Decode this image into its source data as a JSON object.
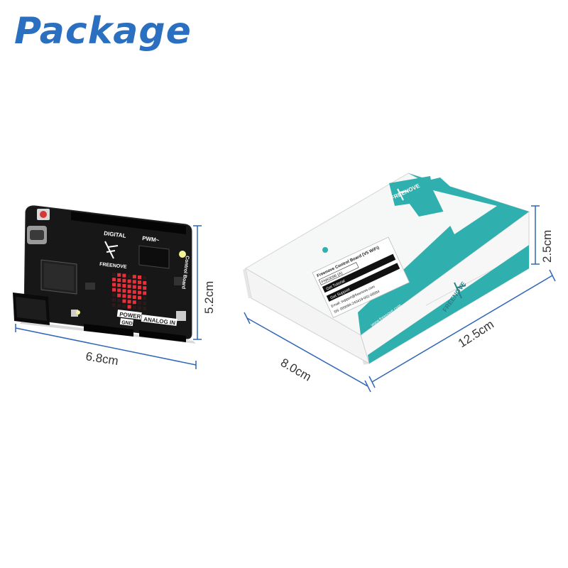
{
  "title": "Package",
  "colors": {
    "title": "#2a6fc0",
    "dimension_line": "#2f66b8",
    "box_teal": "#2fb0ae",
    "box_white": "#f4f6f6",
    "board": "#161616",
    "led": "#e8303a"
  },
  "board": {
    "dimensions": {
      "width": "6.8cm",
      "height": "5.2cm"
    },
    "silkscreen": {
      "digital": "DIGITAL",
      "pwm": "PWM~",
      "brand": "FREENOVE",
      "power": "POWER",
      "analog_in": "ANALOG IN",
      "gnd": "GND",
      "side": "Control Board"
    }
  },
  "box": {
    "dimensions": {
      "length": "12.5cm",
      "width": "8.0cm",
      "height": "2.5cm"
    },
    "brand": "FREENOVE",
    "label": {
      "title": "Freenove Control Board (V5 WiFi)",
      "model": "FNK0096 (A)",
      "tutorial": "Get Tutorial",
      "support": "Get Support",
      "email": "Email: support@freenove.com",
      "sn": "SN: 000094-240419-001-00094"
    },
    "side_text": "www.freenove.com"
  }
}
